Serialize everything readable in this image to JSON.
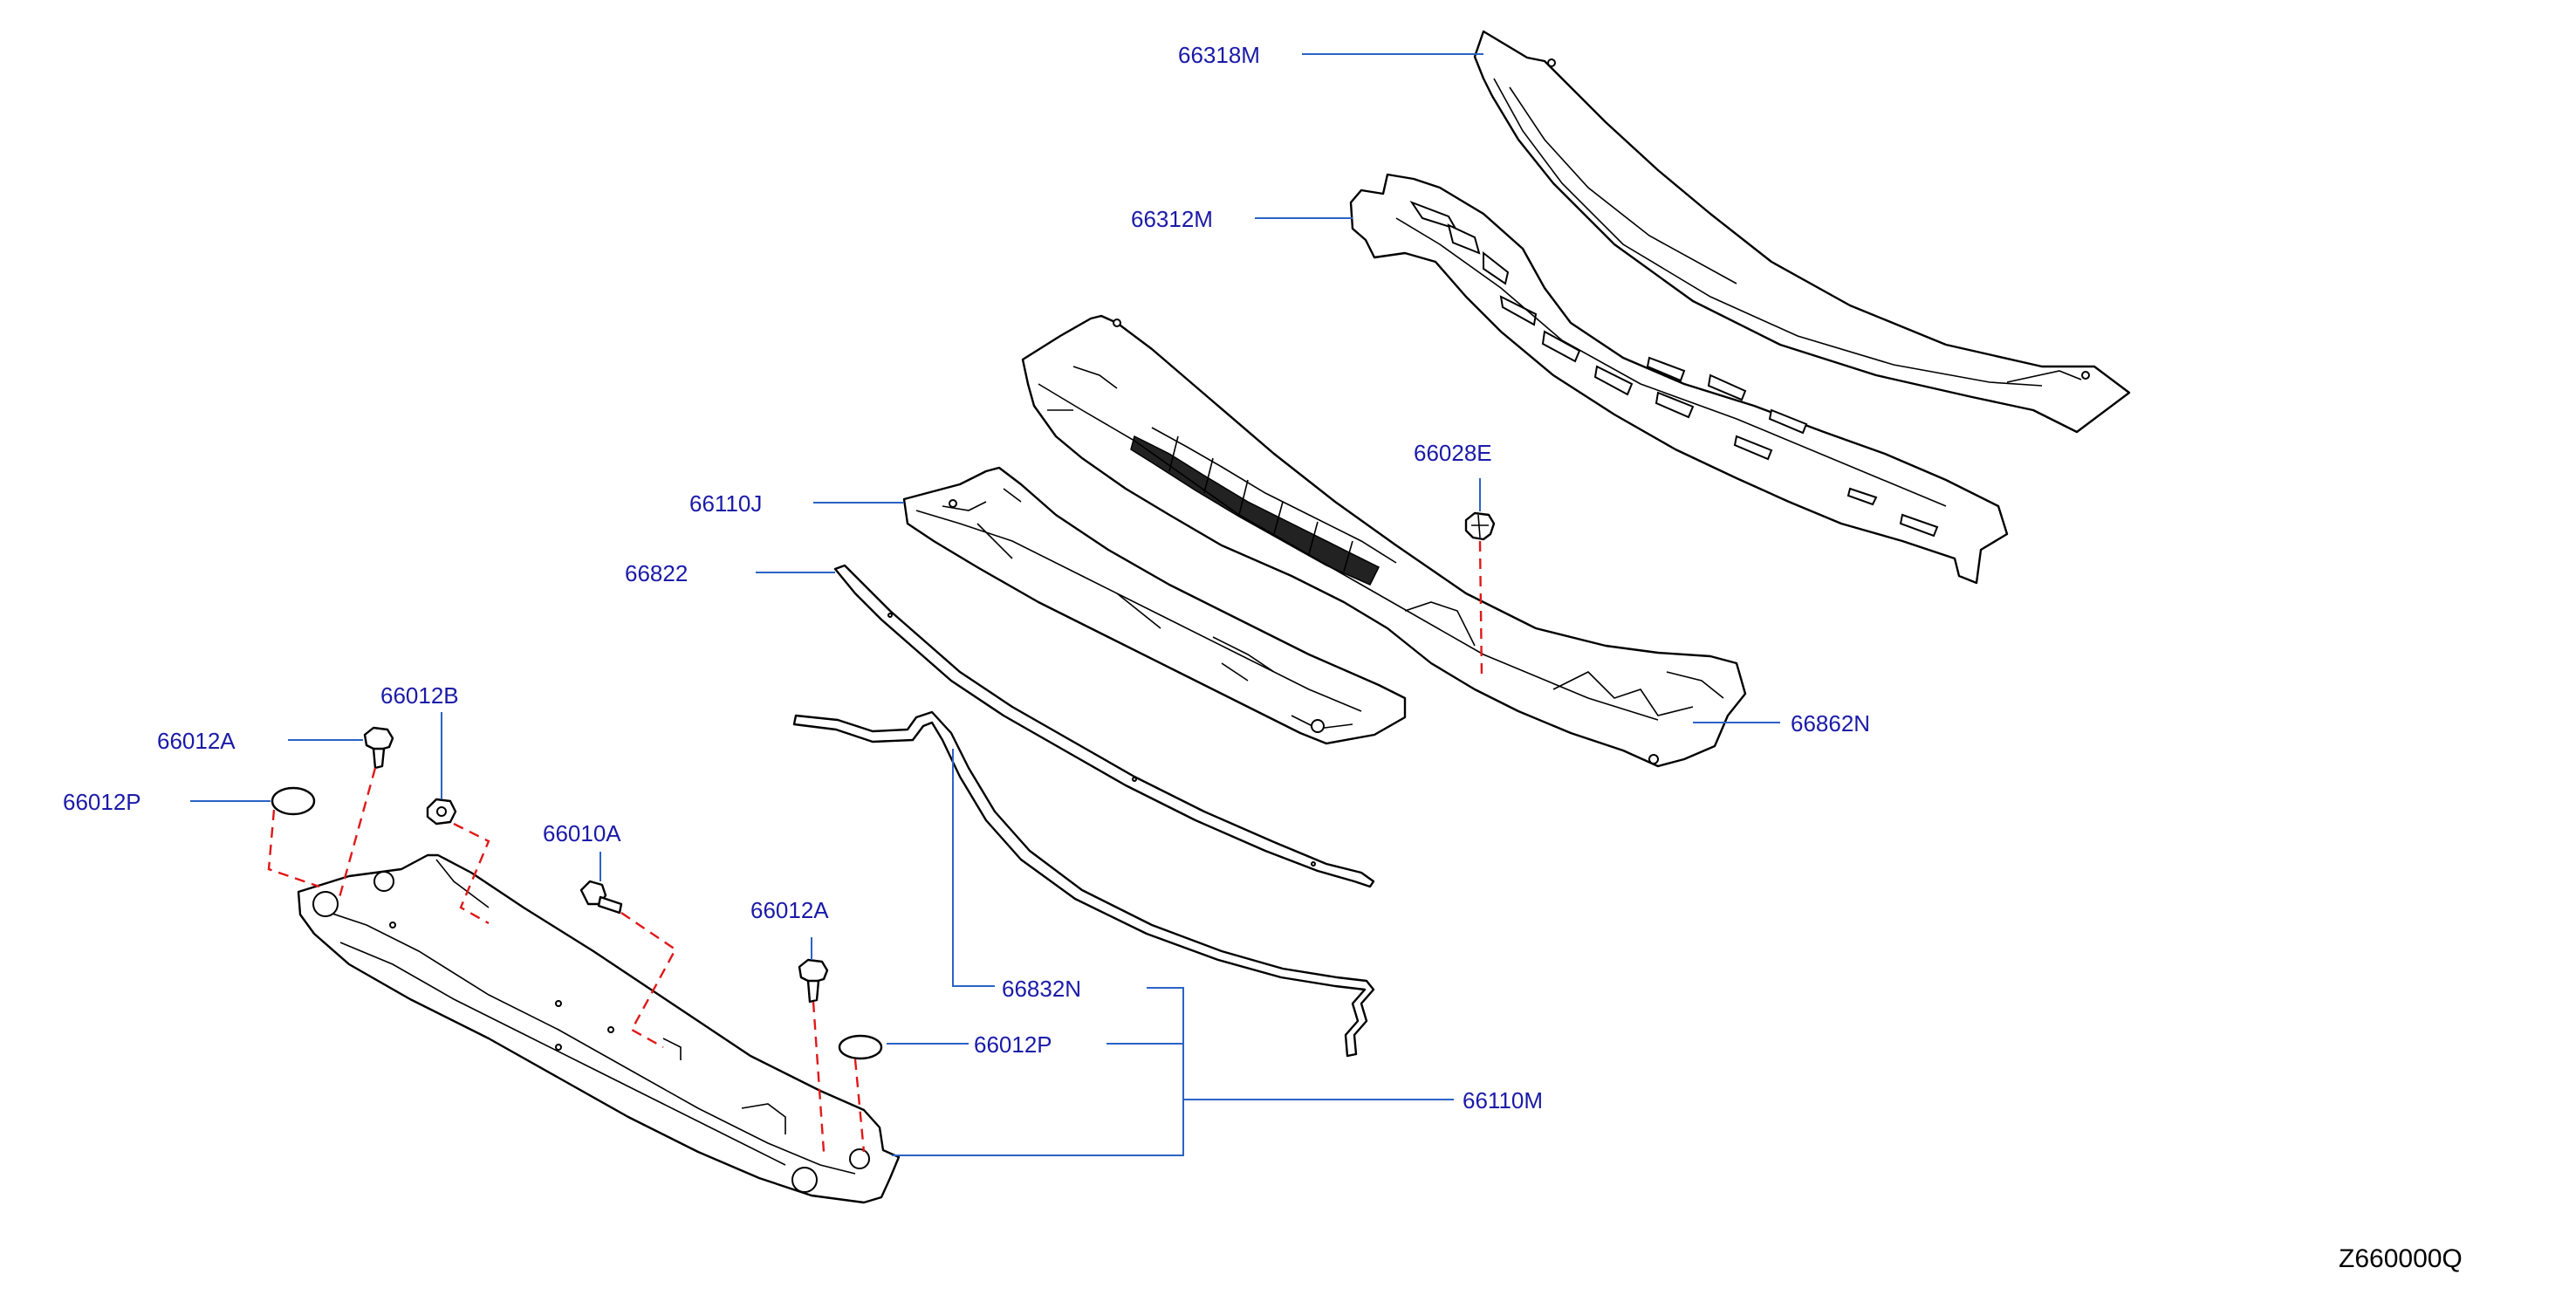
{
  "labels": {
    "p66318M": "66318M",
    "p66312M": "66312M",
    "p66028E": "66028E",
    "p66110J": "66110J",
    "p66822": "66822",
    "p66862N": "66862N",
    "p66012B": "66012B",
    "p66012A_top": "66012A",
    "p66012P_left": "66012P",
    "p66010A": "66010A",
    "p66012A_mid": "66012A",
    "p66832N": "66832N",
    "p66012P_mid": "66012P",
    "p66110M": "66110M"
  },
  "diagram_code": "Z660000Q",
  "colors": {
    "label_text": "#1a1aa8",
    "leader_line": "#2b63c6",
    "hidden_line": "#e01818",
    "outline": "#000000"
  }
}
